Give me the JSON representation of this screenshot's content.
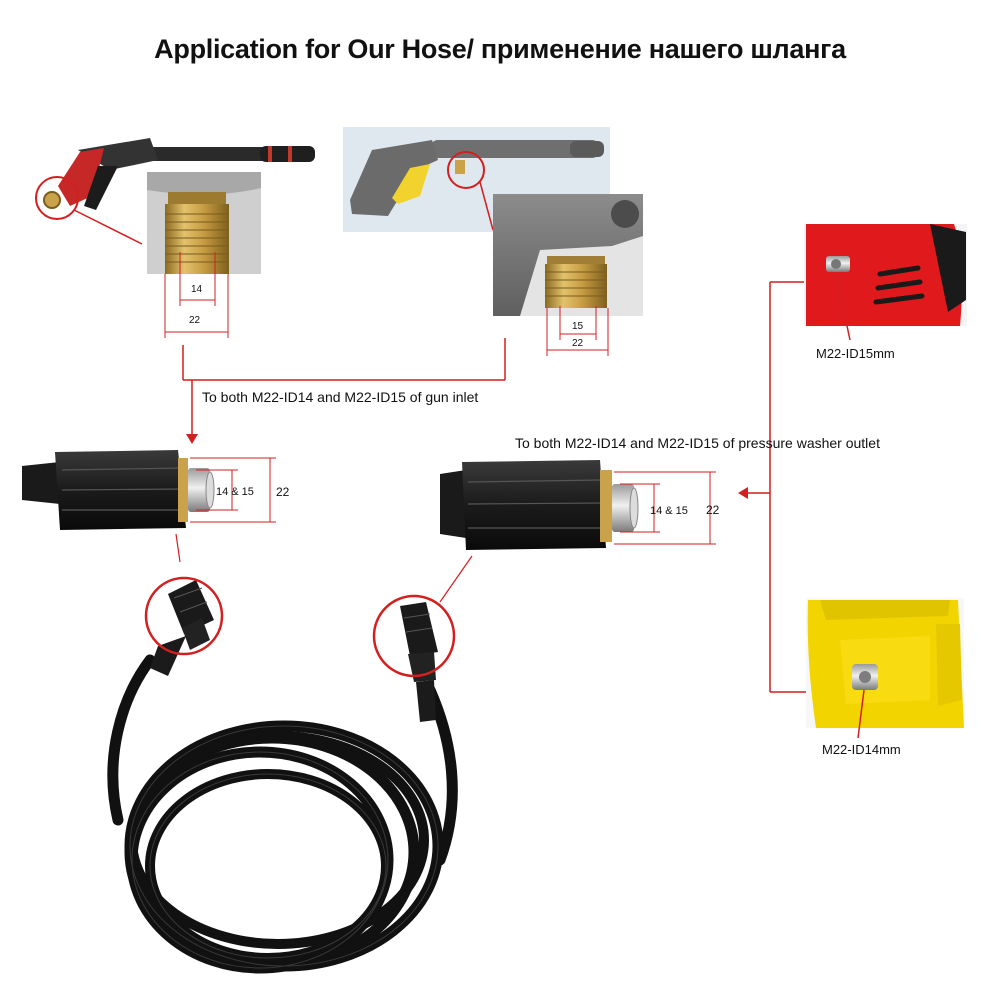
{
  "title": "Application for Our Hose/ применение нашего шланга",
  "gun_inlet_caption": "To both M22-ID14 and M22-ID15 of gun inlet",
  "washer_outlet_caption": "To both M22-ID14 and M22-ID15 of pressure washer outlet",
  "gun1": {
    "dim_inner": "14",
    "dim_outer": "22"
  },
  "gun2": {
    "dim_inner": "15",
    "dim_outer": "22"
  },
  "coupler_left": {
    "dim_inner": "14 & 15",
    "dim_outer": "22"
  },
  "coupler_right": {
    "dim_inner": "14 & 15",
    "dim_outer": "22"
  },
  "washer_red": {
    "label": "M22-ID15mm"
  },
  "washer_yellow": {
    "label": "M22-ID14mm"
  },
  "colors": {
    "accent_red": "#d21f1f",
    "brass": "#c9a24a",
    "hose_black": "#141414",
    "washer_red": "#e0191c",
    "washer_yellow": "#f2d500"
  }
}
